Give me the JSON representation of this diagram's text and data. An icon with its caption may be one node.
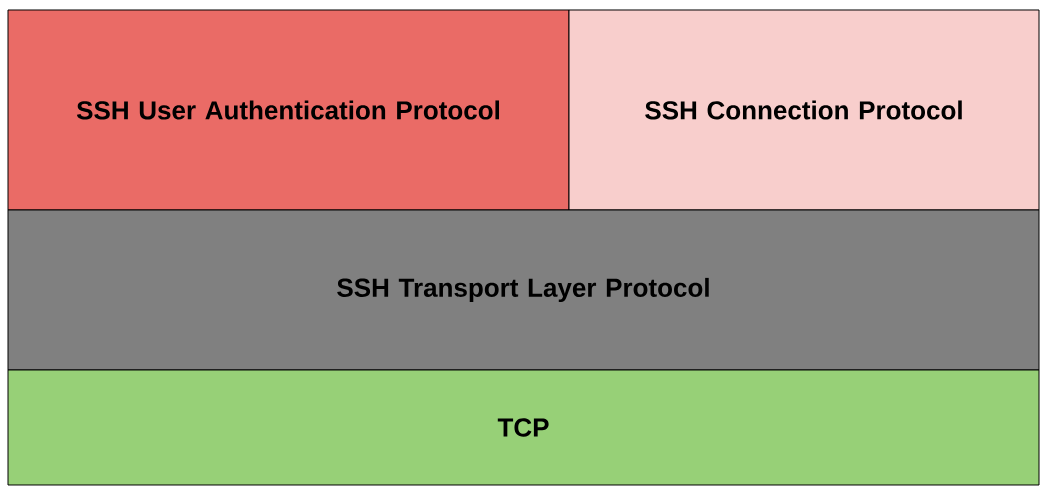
{
  "diagram": {
    "nodes": [
      {
        "text": [
          "SSH User Authentication Protocol"
        ]
      },
      {
        "text": [
          "SSH Connection Protocol"
        ]
      },
      {
        "text": [
          "SSH Transport Layer Protocol"
        ]
      },
      {
        "text": [
          "TCP"
        ]
      }
    ]
  }
}
